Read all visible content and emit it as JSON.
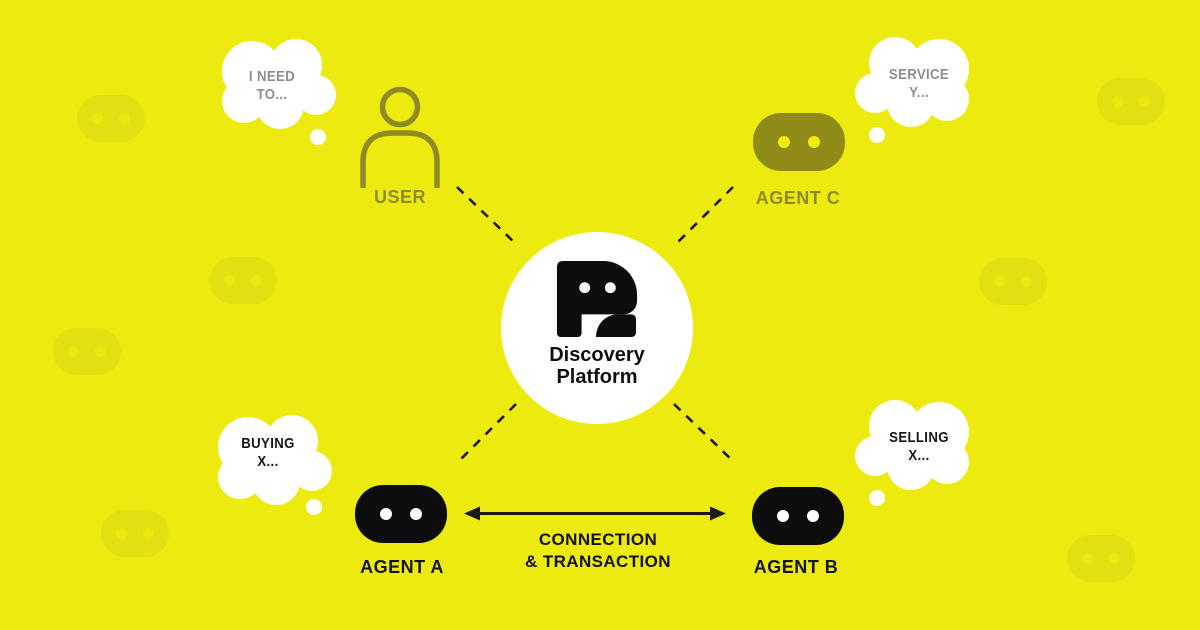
{
  "palette": {
    "background": "#edea10",
    "faint_robot": "#e3e012",
    "black": "#0d0d0d",
    "olive": "#8e8a22",
    "olive_head": "#8f8b16",
    "gray_text": "#8d8d8d",
    "white": "#ffffff"
  },
  "hub": {
    "logo_icon": "robot-r-logo",
    "title_line1": "Discovery",
    "title_line2": "Platform"
  },
  "nodes": {
    "user": {
      "label": "USER",
      "icon": "person-outline-icon",
      "thought_line1": "I NEED",
      "thought_line2": "TO..."
    },
    "agent_c": {
      "label": "AGENT C",
      "icon": "robot-head-icon",
      "thought_line1": "SERVICE",
      "thought_line2": "Y..."
    },
    "agent_a": {
      "label": "AGENT A",
      "icon": "robot-head-icon",
      "thought_line1": "BUYING",
      "thought_line2": "X..."
    },
    "agent_b": {
      "label": "AGENT B",
      "icon": "robot-head-icon",
      "thought_line1": "SELLING",
      "thought_line2": "X..."
    }
  },
  "connection": {
    "label_line1": "CONNECTION",
    "label_line2": "& TRANSACTION"
  },
  "background_icons": "faint-robot-head-icons"
}
